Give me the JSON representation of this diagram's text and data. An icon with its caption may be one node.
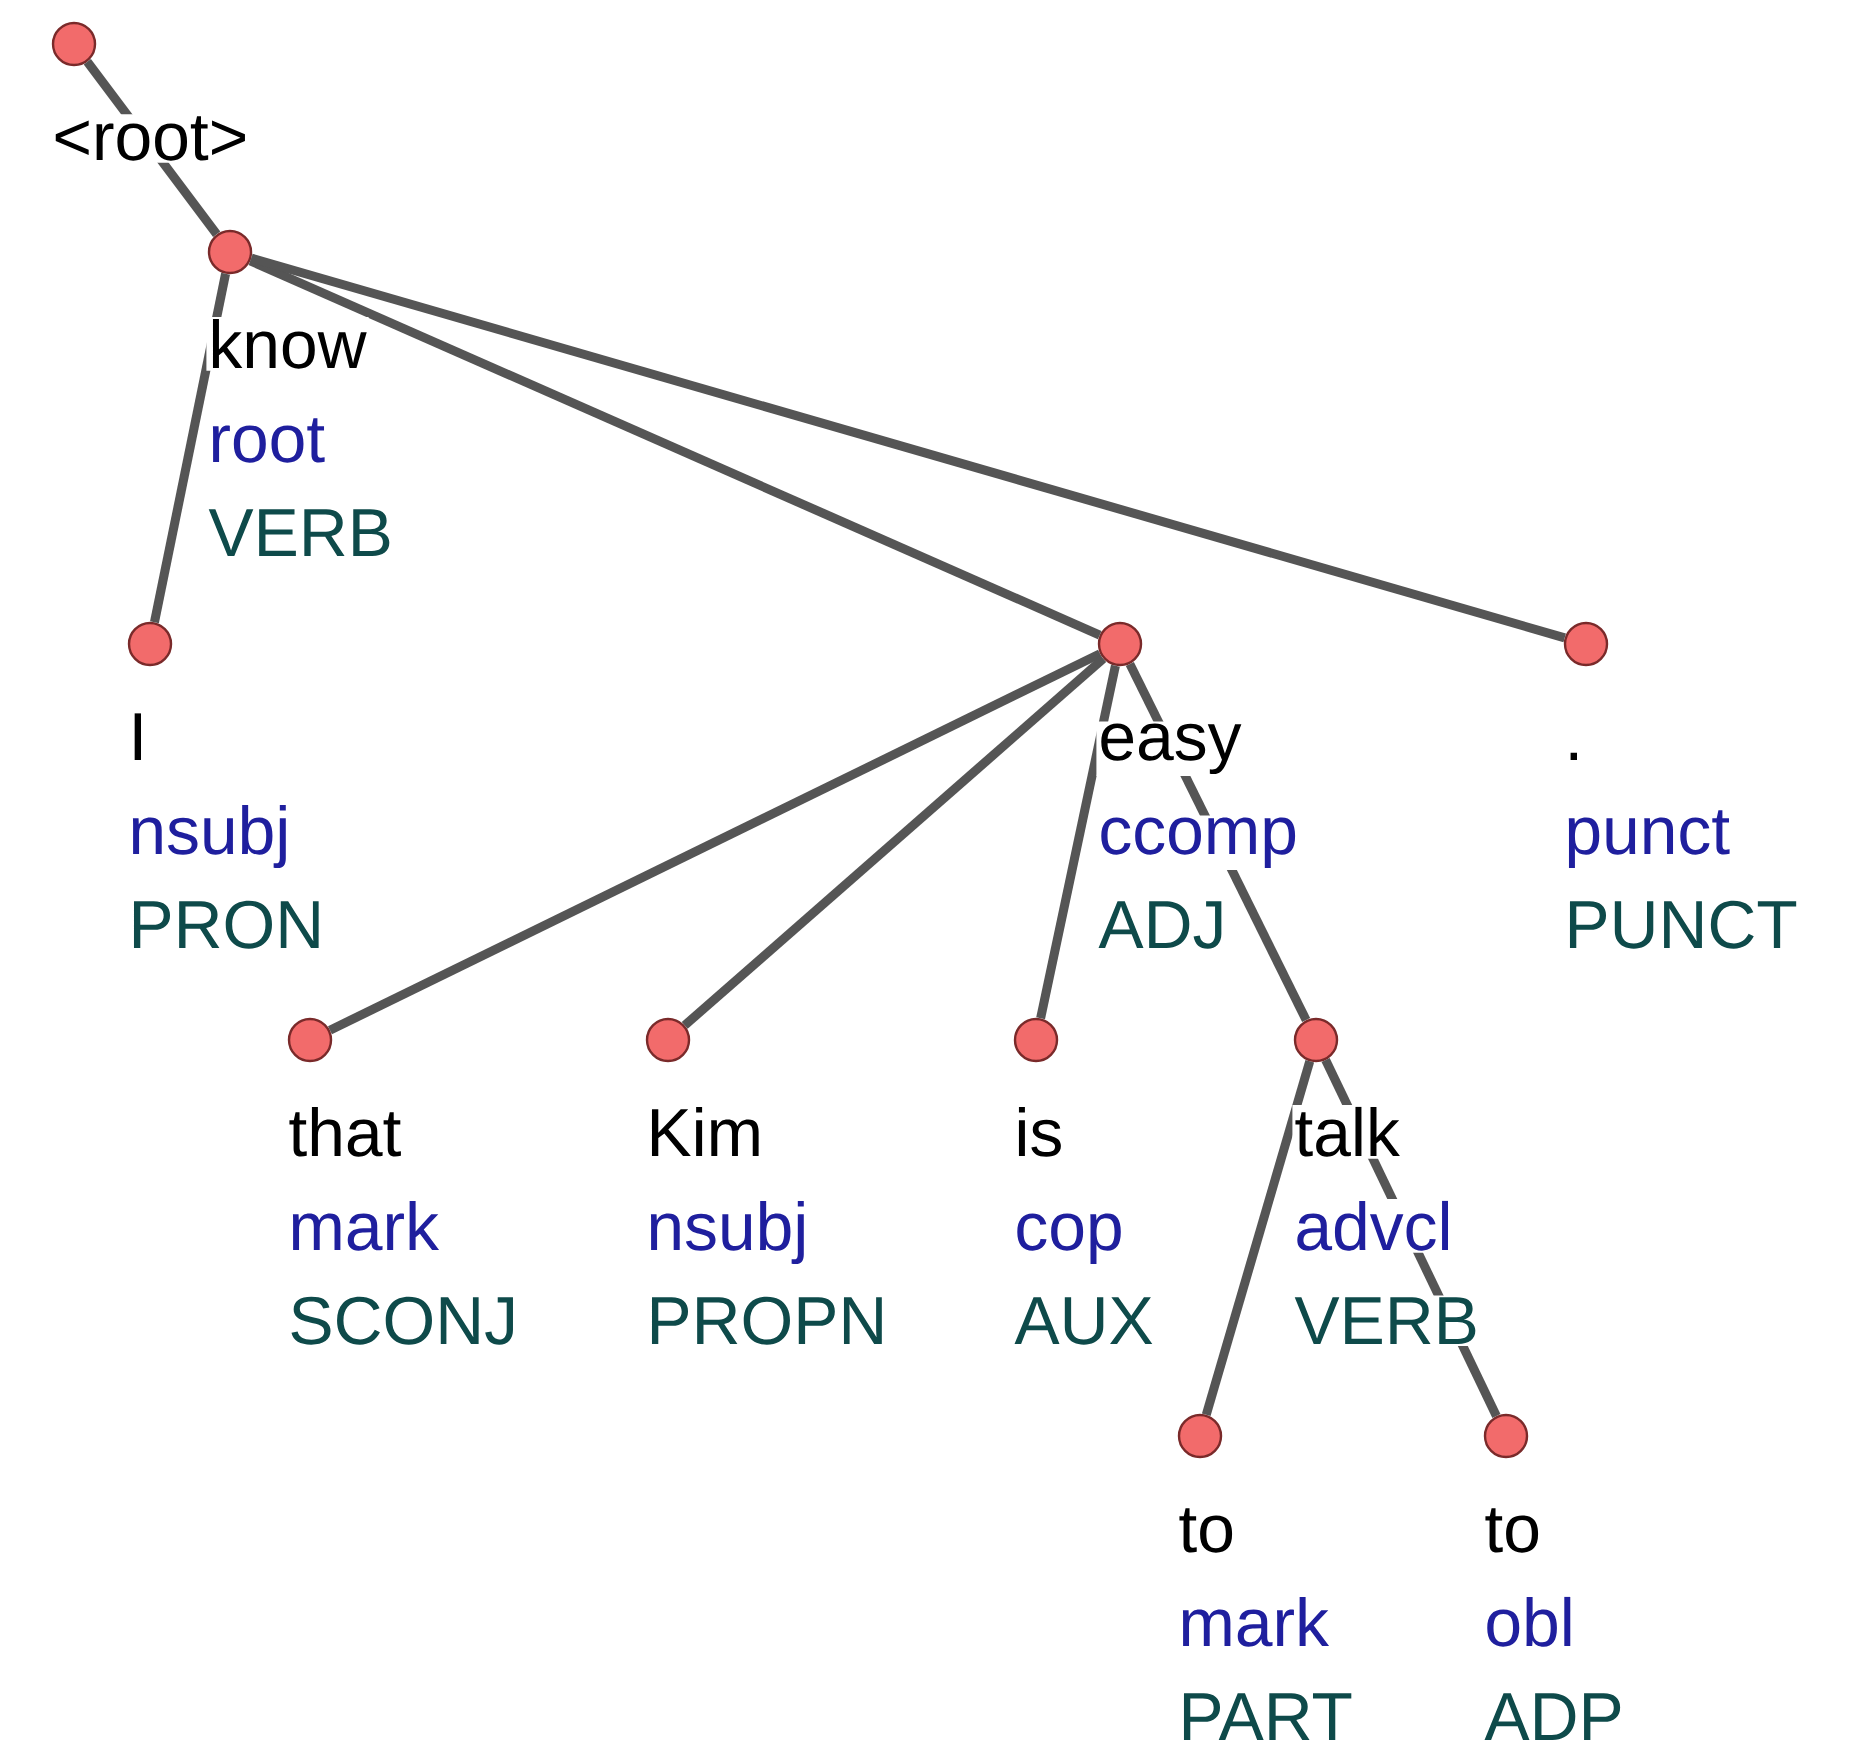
{
  "diagram": {
    "nodes": [
      {
        "text": [],
        "shape": "circle",
        "beside": [
          "<root>"
        ]
      },
      {
        "text": [],
        "shape": "circle",
        "beside": [
          "know",
          "root",
          "VERB"
        ]
      },
      {
        "text": [],
        "shape": "circle",
        "beside": [
          "I",
          "nsubj",
          "PRON"
        ]
      },
      {
        "text": [],
        "shape": "circle",
        "beside": [
          "easy",
          "ccomp",
          "ADJ"
        ]
      },
      {
        "text": [],
        "shape": "circle",
        "beside": [
          ".",
          "punct",
          "PUNCT"
        ]
      },
      {
        "text": [],
        "shape": "circle",
        "beside": [
          "that",
          "mark",
          "SCONJ"
        ]
      },
      {
        "text": [],
        "shape": "circle",
        "beside": [
          "Kim",
          "nsubj",
          "PROPN"
        ]
      },
      {
        "text": [],
        "shape": "circle",
        "beside": [
          "is",
          "cop",
          "AUX"
        ]
      },
      {
        "text": [],
        "shape": "circle",
        "beside": [
          "talk",
          "advcl",
          "VERB"
        ]
      },
      {
        "text": [],
        "shape": "circle",
        "beside": [
          "to",
          "mark",
          "PART"
        ]
      },
      {
        "text": [],
        "shape": "circle",
        "beside": [
          "to",
          "obl",
          "ADP"
        ]
      }
    ],
    "edges": [
      {
        "from": 0,
        "to": 1,
        "arrow": "none"
      },
      {
        "from": 1,
        "to": 2,
        "arrow": "none"
      },
      {
        "from": 1,
        "to": 3,
        "arrow": "none"
      },
      {
        "from": 1,
        "to": 4,
        "arrow": "none"
      },
      {
        "from": 3,
        "to": 5,
        "arrow": "none"
      },
      {
        "from": 3,
        "to": 6,
        "arrow": "none"
      },
      {
        "from": 3,
        "to": 7,
        "arrow": "none"
      },
      {
        "from": 3,
        "to": 8,
        "arrow": "none"
      },
      {
        "from": 8,
        "to": 9,
        "arrow": "none"
      },
      {
        "from": 8,
        "to": 10,
        "arrow": "none"
      }
    ]
  }
}
